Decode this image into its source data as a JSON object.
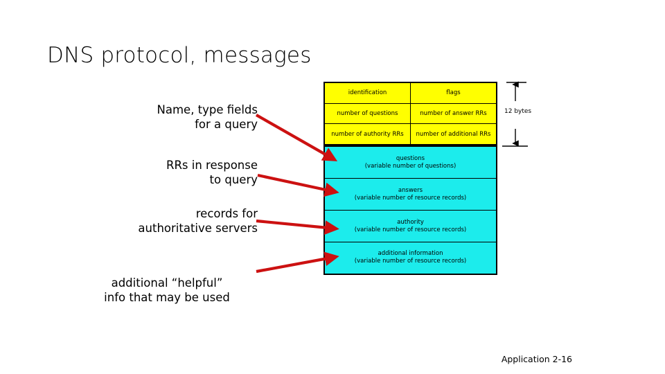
{
  "slide": {
    "title": "DNS protocol, messages",
    "footer": "Application  2-16"
  },
  "callouts": [
    {
      "text": "Name, type fields\nfor a query"
    },
    {
      "text": "RRs in response\nto query"
    },
    {
      "text": "records for\nauthoritative servers"
    },
    {
      "text": "additional “helpful”\ninfo that may be used"
    }
  ],
  "diagram": {
    "header": {
      "fill_color": "#FFFF00",
      "rows": [
        {
          "left": "identification",
          "right": "flags"
        },
        {
          "left": "number of questions",
          "right": "number of answer RRs"
        },
        {
          "left": "number of authority RRs",
          "right": "number of additional RRs"
        }
      ]
    },
    "body": {
      "fill_color": "#1CECEC",
      "sections": [
        {
          "title": "questions",
          "subtitle": "(variable number of questions)"
        },
        {
          "title": "answers",
          "subtitle": "(variable number of resource records)"
        },
        {
          "title": "authority",
          "subtitle": "(variable number of resource records)"
        },
        {
          "title": "additional information",
          "subtitle": "(variable number of resource records)"
        }
      ]
    },
    "measure": {
      "label": "12 bytes"
    },
    "arrow_color": "#CC1111"
  }
}
